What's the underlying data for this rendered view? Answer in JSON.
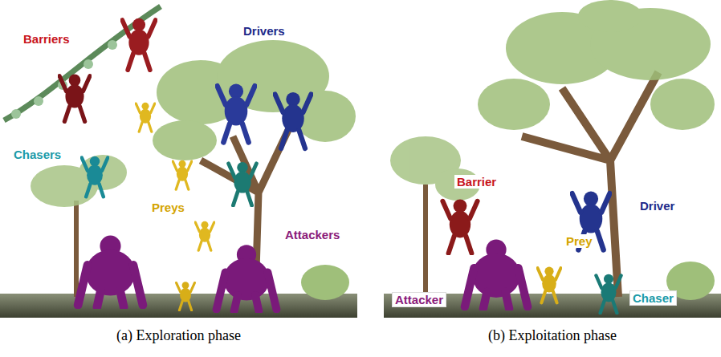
{
  "diagram": {
    "labels": [
      "Barriers",
      "Drivers",
      "Chasers",
      "Preys",
      "Attackers",
      "Barrier",
      "Driver",
      "Prey",
      "Attacker",
      "Chaser",
      "(a) Exploration phase",
      "(b) Exploitation phase"
    ]
  }
}
